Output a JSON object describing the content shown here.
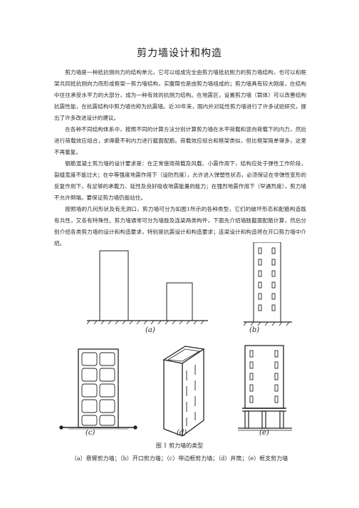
{
  "title": "剪力墙设计和构造",
  "paragraphs": [
    "剪力墙是一种抵抗侧向力的结构单元，它可以组成完全由剪力墙抵抗侧力的剪力墙结构，也可以和框架共同抵抗侧向力而形成框架一剪力墙结构，实腹筒也是由剪力墙组成的；剪力墙具有较大刚度，在结构中往往承受水平力的大部分，成为一种有效的抗侧力结构。在地震区，设置剪力墙（筒体）可以改善结构抗震性能，在抗震结构中剪力墙也称为抗震墙。近30年来，国内外对延性剪力墙进行了许多试验研究，提出了许多改进设计的建议。",
    "在各种不同结构体系中，按照不同的计算方法分别计算剪力墙在水平荷载和竖向荷载下的内力，然后进行荷载效应组合，求得最不利内力进行截面配筋。荷载效应组合和框架类似，但比框架简单得多，这里不再重复。",
    "钢筋混凝土剪力墙的设计要求是：在正常使用荷载及风载、小震作用下，结构应处于弹性工作阶段，裂缝宽度不能过大；在中等强度地震作用下（设防烈度），允许进入弹塑性状态，必须保证在非弹性变形的反复作用下，有足够的承载力、延性及良好吸收地震能量的能力；在强烈地震作用下（罕遇烈度），剪力墙不允许倒塌，要保证剪力墙仍能站住。",
    "按照墙的几何形状及有无洞口，剪力墙可分为如图1所示的各种类型，它们的破坏形态和配筋构造既有共性，又各有特殊性。剪力墙通常可分为墙肢及连梁两类构件，下面先介绍墙肢截面配筋计算，然后分别介绍各类剪力墙的设计和构造要求，特别是抗震设计和构造要求；连梁设计和构造将在开口剪力墙中介绍。"
  ],
  "figure": {
    "labels": {
      "a": "(a)",
      "b": "(b)",
      "c": "(c)",
      "d": "(d)",
      "e": "(e)"
    },
    "caption": "图 1   剪力墙的类型",
    "subcaption": "（a）悬臂剪力墙；（b）开口剪力墙；（c）带边框剪力墙；（d）井筒；（e）框支剪力墙"
  }
}
